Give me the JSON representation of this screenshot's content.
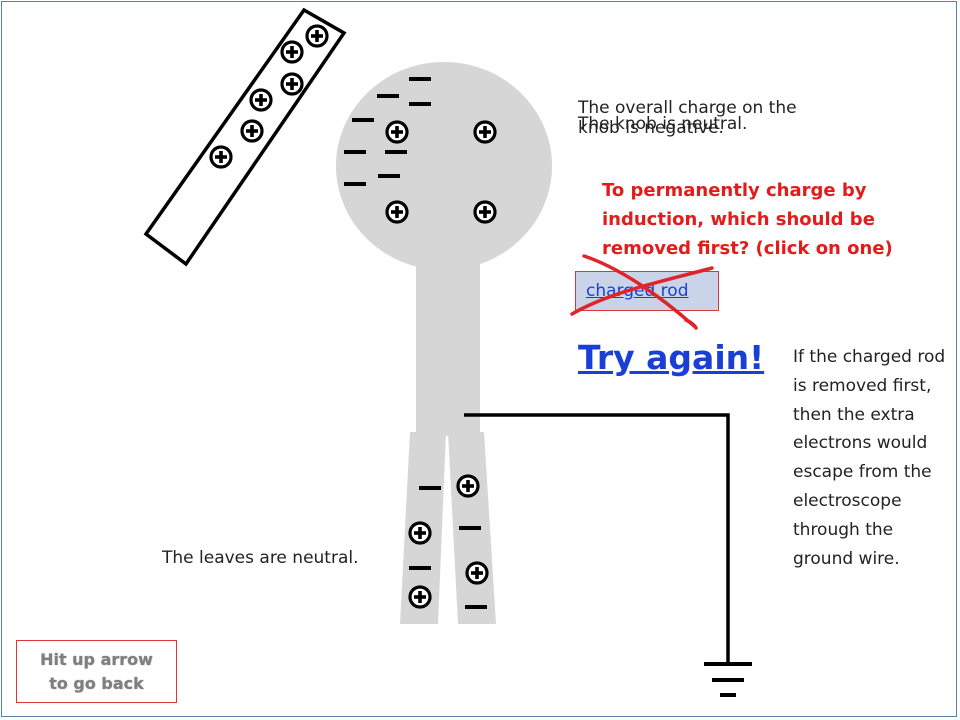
{
  "labels": {
    "overall_charge": "The overall charge on the knob is negative.",
    "knob_neutral": "The knob is neutral.",
    "question": "To permanently charge by induction, which should be removed first?  (click on one)",
    "leaves_neutral": "The leaves are neutral.",
    "explanation": "If the charged rod is removed first, then the extra electrons would escape from the electroscope through the ground wire."
  },
  "buttons": {
    "charged_rod": "charged rod",
    "try_again": "Try again!",
    "back_line1": "Hit up arrow",
    "back_line2": "to go back"
  },
  "colors": {
    "electroscope": "#d6d6d6",
    "question_text": "#e31b1b",
    "link": "#1a3fd6",
    "cross_mark": "#e0242a",
    "button_fill": "#c9d4e8",
    "button_border": "#d9373c"
  },
  "icons": {
    "positive_charge": "circled-plus",
    "negative_charge": "minus-bar",
    "ground": "ground-symbol",
    "wrong_mark": "red-x"
  }
}
